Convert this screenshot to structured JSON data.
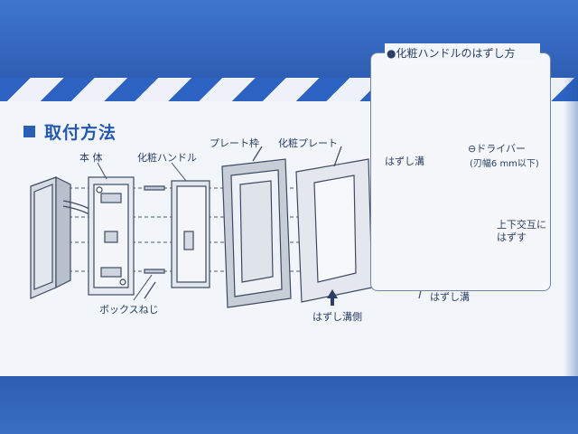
{
  "section_title": "取付方法",
  "labels": {
    "body": "本 体",
    "handle": "化粧ハンドル",
    "frame": "プレート枠",
    "plate": "化粧プレート",
    "box_screw": "ボックスねじ",
    "groove_side": "はずし溝側"
  },
  "detail": {
    "title": "●化粧ハンドルのはずし方",
    "groove_top": "はずし溝",
    "driver": "⊖ドライバー",
    "driver_spec": "(刃幅6 mm以下)",
    "alternate_line1": "上下交互に",
    "alternate_line2": "はずす",
    "groove_bottom": "はずし溝"
  },
  "colors": {
    "box_blue": "#2f63b8",
    "panel": "#f2f5fa",
    "title_blue": "#2557ad"
  }
}
